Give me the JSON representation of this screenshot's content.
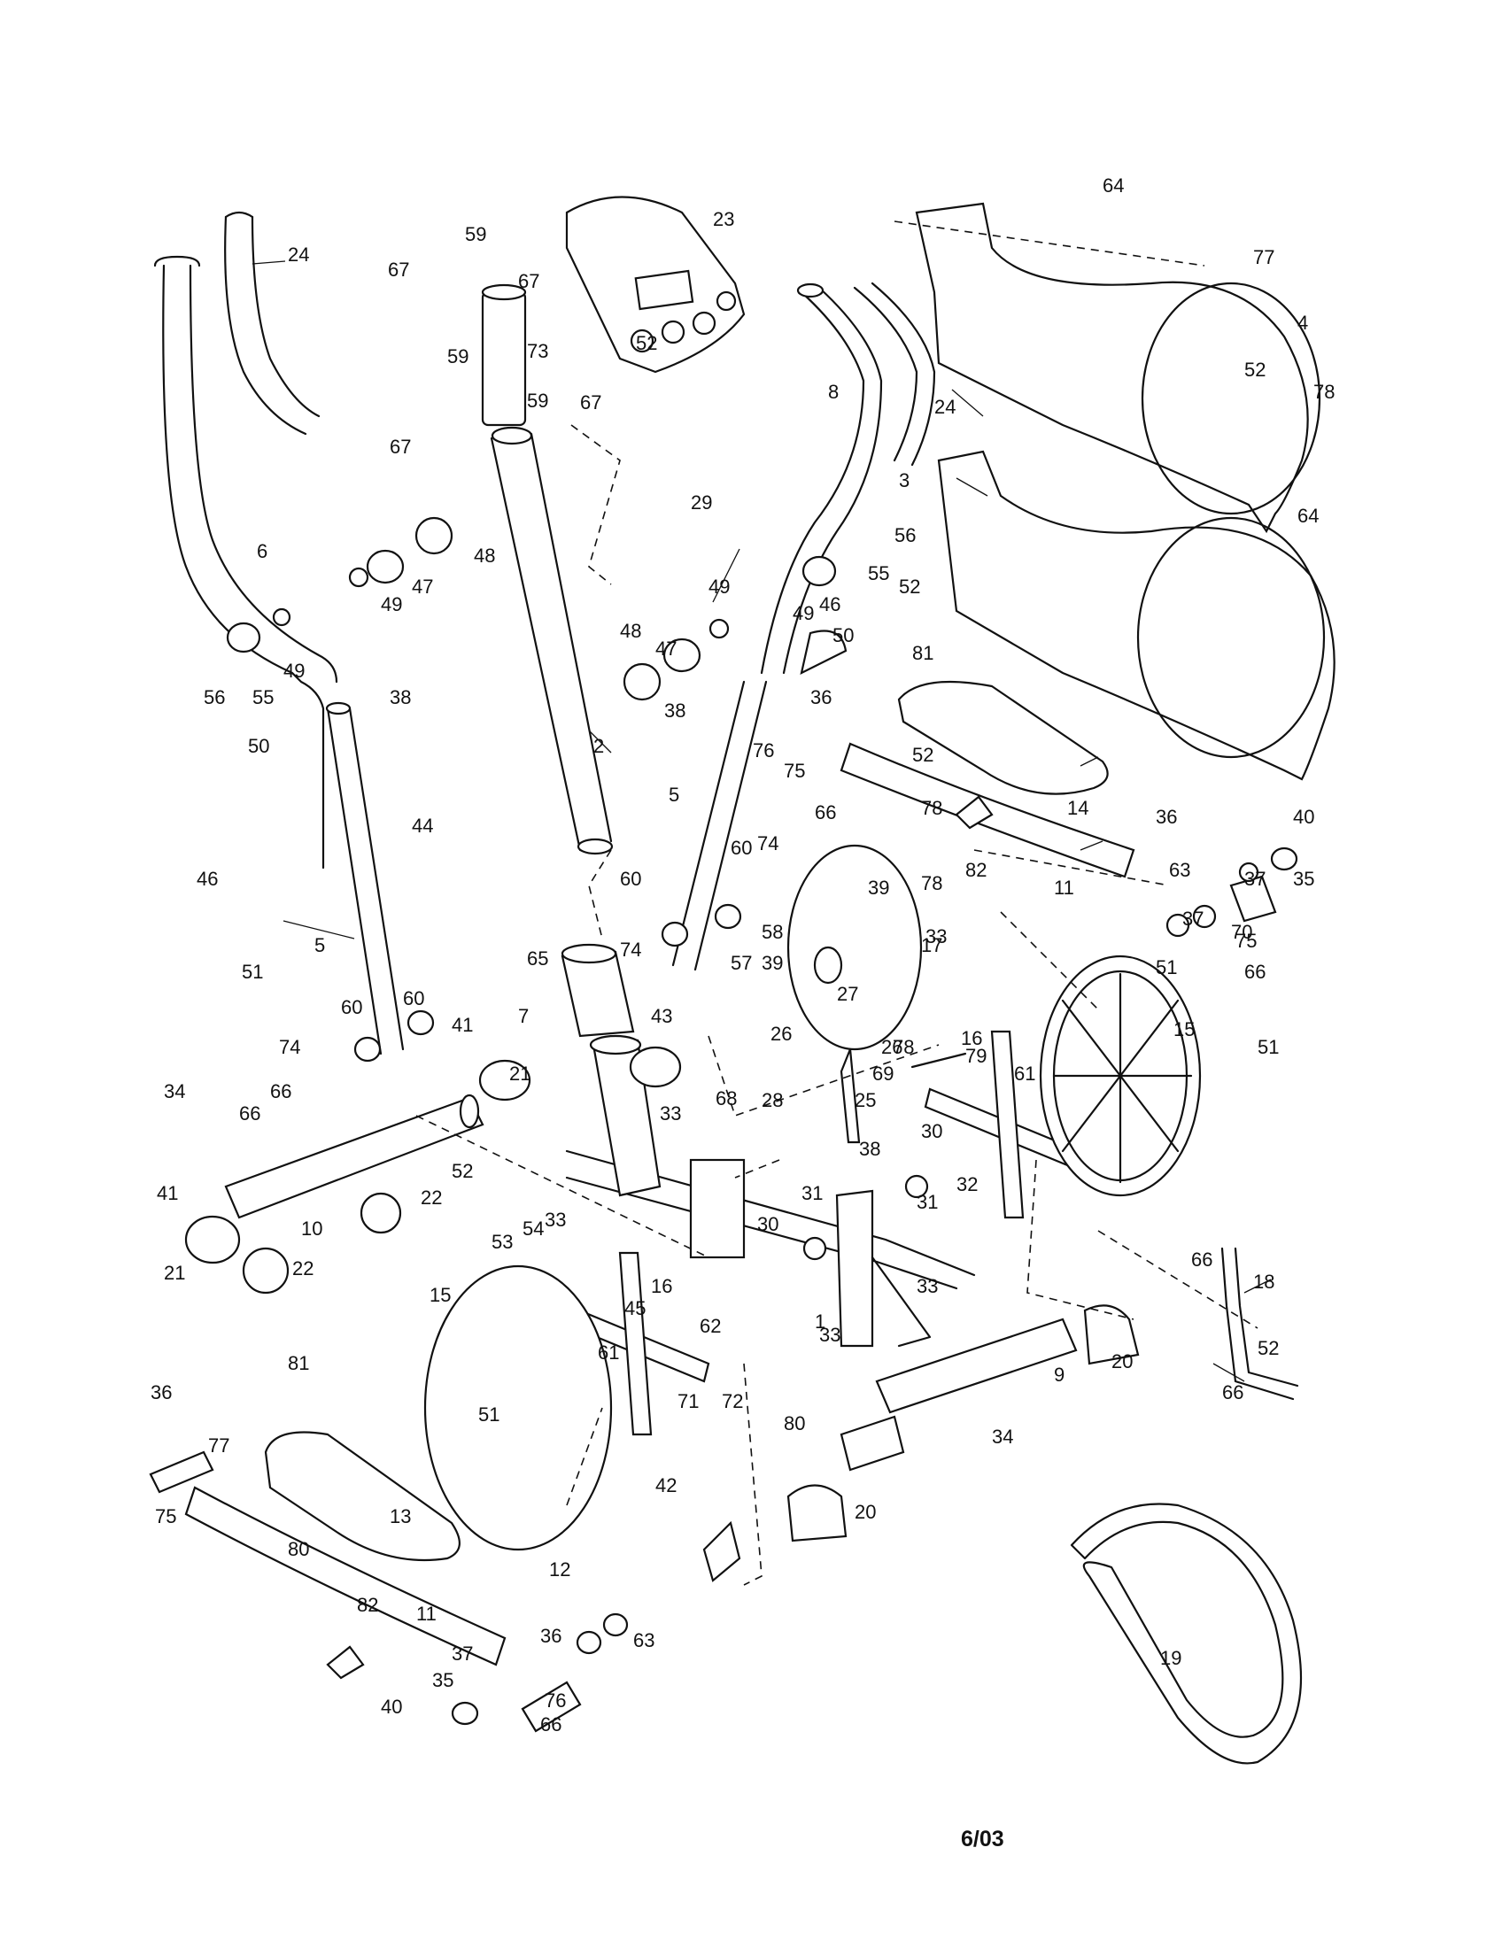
{
  "labels": [
    "1",
    "2",
    "3",
    "4",
    "5",
    "5",
    "6",
    "7",
    "8",
    "9",
    "10",
    "11",
    "11",
    "12",
    "13",
    "14",
    "15",
    "15",
    "16",
    "16",
    "17",
    "18",
    "19",
    "20",
    "20",
    "21",
    "21",
    "22",
    "22",
    "23",
    "24",
    "24",
    "25",
    "26",
    "26",
    "27",
    "28",
    "29",
    "30",
    "30",
    "31",
    "31",
    "32",
    "33",
    "33",
    "33",
    "33",
    "33",
    "34",
    "34",
    "35",
    "35",
    "36",
    "36",
    "36",
    "36",
    "37",
    "37",
    "37",
    "38",
    "38",
    "38",
    "39",
    "39",
    "40",
    "40",
    "41",
    "41",
    "42",
    "43",
    "44",
    "45",
    "46",
    "46",
    "47",
    "47",
    "48",
    "48",
    "49",
    "49",
    "49",
    "49",
    "50",
    "50",
    "51",
    "51",
    "51",
    "51",
    "52",
    "52",
    "52",
    "52",
    "52",
    "52",
    "53",
    "54",
    "55",
    "55",
    "56",
    "56",
    "57",
    "58",
    "59",
    "59",
    "59",
    "60",
    "60",
    "60",
    "60",
    "61",
    "61",
    "62",
    "63",
    "63",
    "64",
    "64",
    "65",
    "66",
    "66",
    "66",
    "66",
    "66",
    "66",
    "66",
    "67",
    "67",
    "67",
    "67",
    "68",
    "69",
    "70",
    "71",
    "72",
    "73",
    "74",
    "74",
    "74",
    "75",
    "75",
    "75",
    "76",
    "76",
    "77",
    "77",
    "78",
    "78",
    "78",
    "78",
    "79",
    "80",
    "80",
    "81",
    "81",
    "82",
    "82"
  ],
  "footer": {
    "date": "6/03"
  }
}
